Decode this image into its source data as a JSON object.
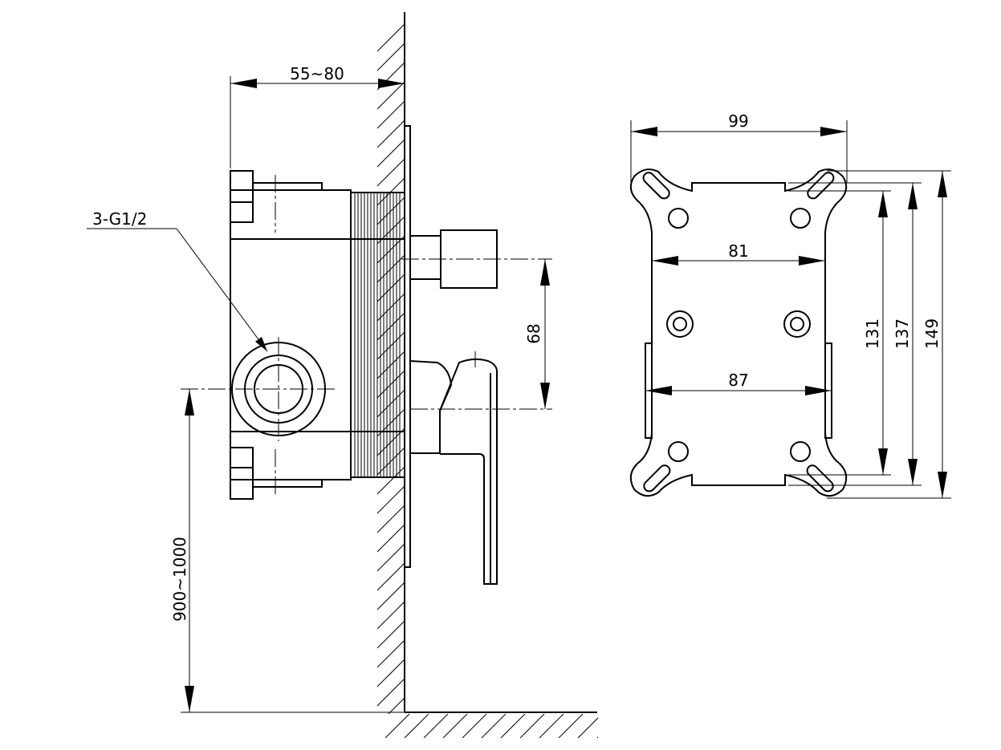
{
  "labels": {
    "thread": "3-G1/2",
    "depth": "55~80",
    "height": "900~1000",
    "spacing": "68",
    "width_total": "99",
    "width_81": "81",
    "width_87": "87",
    "h131": "131",
    "h137": "137",
    "h149": "149"
  }
}
